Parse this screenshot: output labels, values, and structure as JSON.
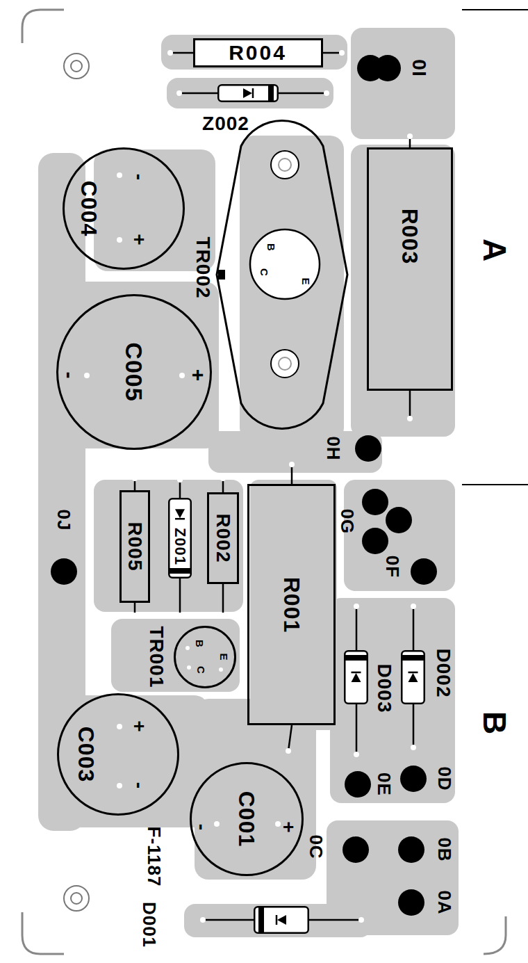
{
  "diagram": {
    "nodes": [
      {
        "text": [
          "R004"
        ]
      },
      {
        "text": [
          "Z002"
        ]
      },
      {
        "text": [
          "R003"
        ]
      },
      {
        "text": [
          "TR002",
          "B",
          "C",
          "E"
        ]
      },
      {
        "text": [
          "C004",
          "-",
          "+"
        ]
      },
      {
        "text": [
          "C005",
          "+",
          "-"
        ]
      },
      {
        "text": [
          "R001"
        ]
      },
      {
        "text": [
          "R002"
        ]
      },
      {
        "text": [
          "Z001"
        ]
      },
      {
        "text": [
          "R005"
        ]
      },
      {
        "text": [
          "TR001",
          "B",
          "C",
          "E"
        ]
      },
      {
        "text": [
          "D002"
        ]
      },
      {
        "text": [
          "D003"
        ]
      },
      {
        "text": [
          "C003",
          "+",
          "-"
        ]
      },
      {
        "text": [
          "C001",
          "+",
          "-"
        ]
      },
      {
        "text": [
          "D001"
        ]
      }
    ],
    "labels": [
      "0I",
      "A",
      "0H",
      "0G",
      "0F",
      "0J",
      "B",
      "0D",
      "0E",
      "0C",
      "0B",
      "0A",
      "F-1187"
    ]
  }
}
